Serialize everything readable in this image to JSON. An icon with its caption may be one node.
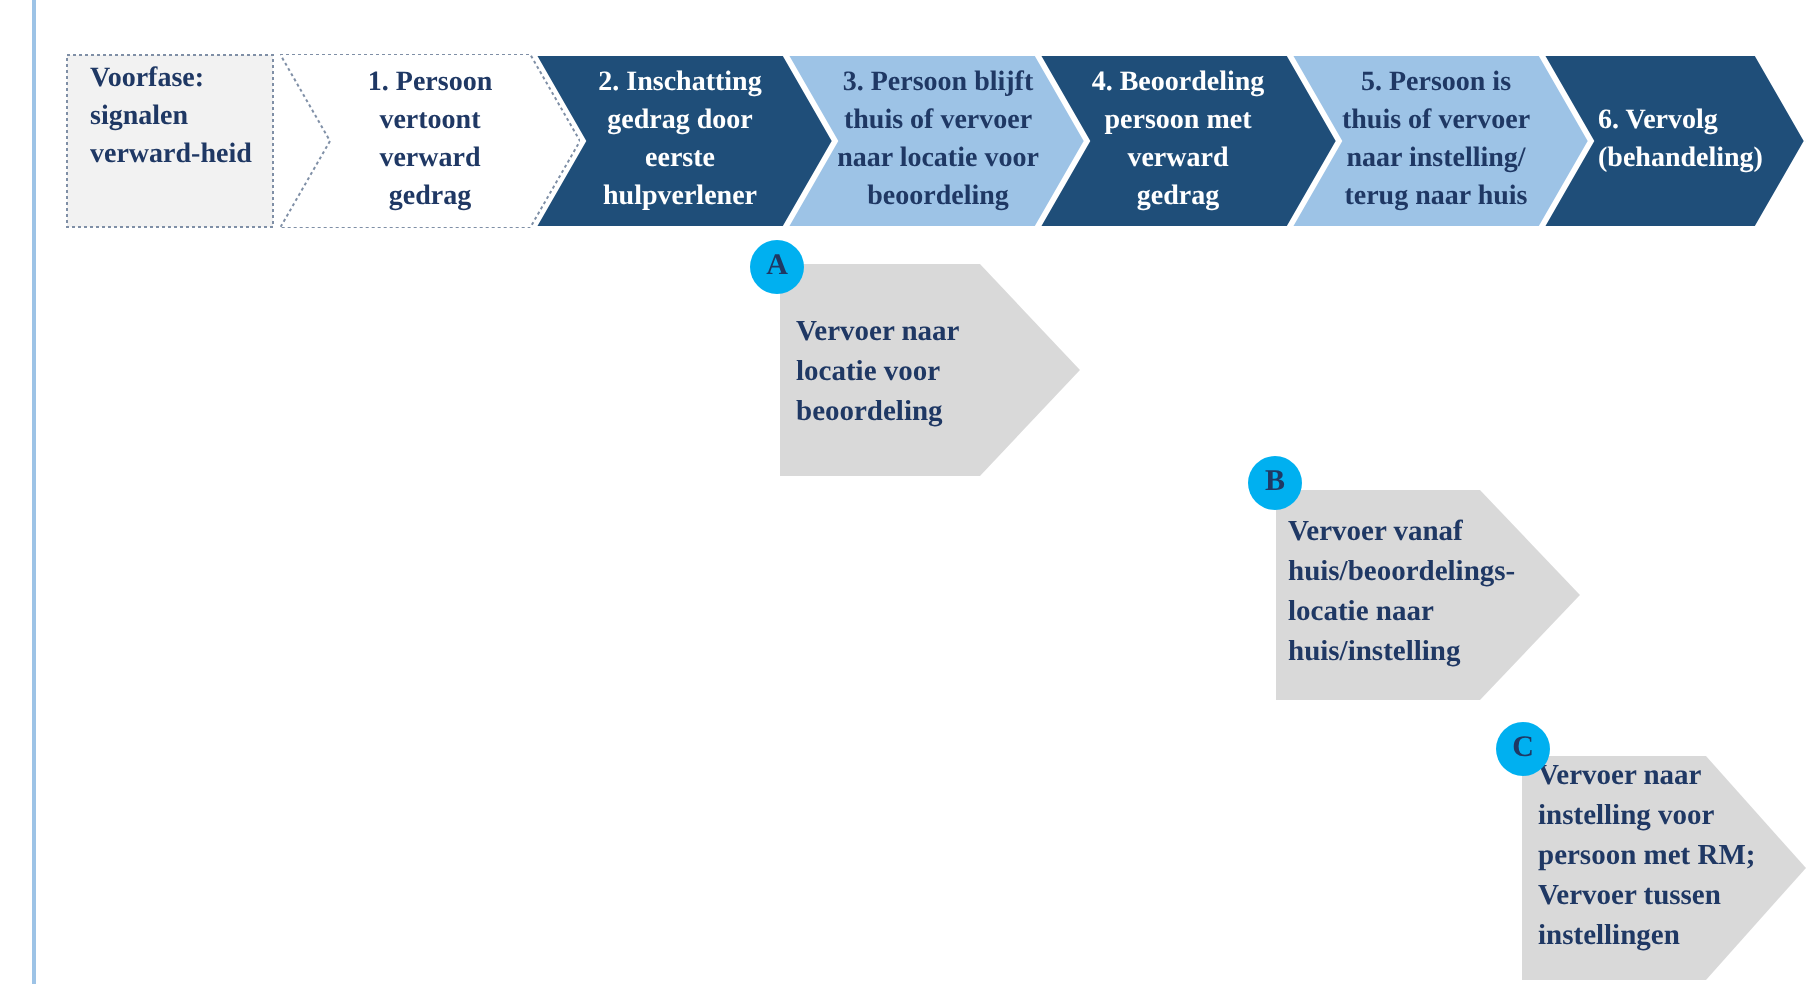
{
  "diagram": {
    "nodes": [
      {
        "text": [
          "Voorfase: signalen verward-heid"
        ]
      },
      {
        "text": [
          "1. Persoon vertoont verward gedrag"
        ]
      },
      {
        "text": [
          "2. Inschatting gedrag door eerste hulpverlener"
        ]
      },
      {
        "text": [
          "3. Persoon blijft thuis of vervoer naar locatie voor beoordeling"
        ]
      },
      {
        "text": [
          "4. Beoordeling persoon met verward gedrag"
        ]
      },
      {
        "text": [
          "5. Persoon is thuis of vervoer naar instelling/ terug naar huis"
        ]
      },
      {
        "text": [
          "6. Vervolg (behandeling)"
        ]
      },
      {
        "text": [
          "Vervoer naar locatie voor beoordeling"
        ]
      },
      {
        "text": [
          "A"
        ]
      },
      {
        "text": [
          "Vervoer vanaf huis/beoordelings-locatie naar huis/instelling"
        ]
      },
      {
        "text": [
          "B"
        ]
      },
      {
        "text": [
          "Vervoer naar instelling voor persoon met RM; Vervoer tussen instellingen"
        ]
      },
      {
        "text": [
          "C"
        ]
      }
    ]
  }
}
